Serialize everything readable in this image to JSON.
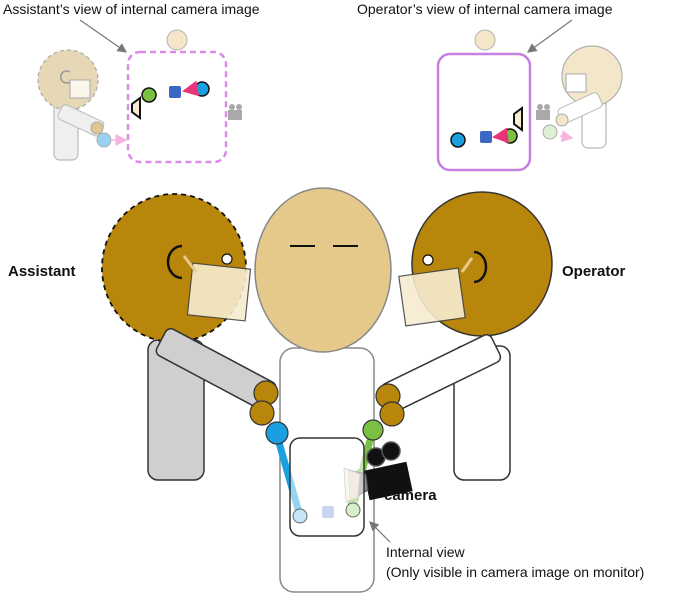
{
  "labels": {
    "assistant_view": "Assistant’s view of internal camera image",
    "operator_view": "Operator’s view of internal camera image",
    "assistant": "Assistant",
    "operator": "Operator",
    "camera": "camera",
    "internal_view_line1": "Internal view",
    "internal_view_line2": "(Only visible in camera image on monitor)"
  },
  "colors": {
    "head_dark": "#b8860b",
    "head_light": "#e5c98a",
    "instrument_blue": "#1aa0e0",
    "instrument_green": "#7ac143",
    "target_blue": "#3a66c4",
    "arrow_pink": "#e8357a",
    "view_border": "#d98ce8",
    "monitor_border": "#c77fe0"
  }
}
